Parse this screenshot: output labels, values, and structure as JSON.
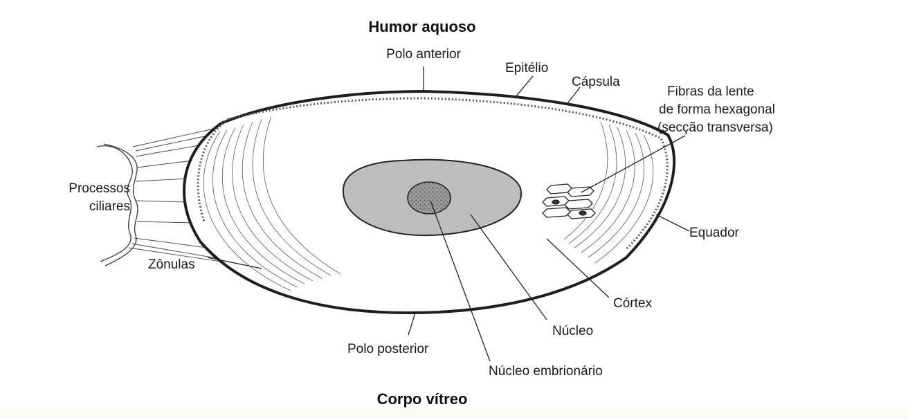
{
  "titles": {
    "top": "Humor aquoso",
    "bottom": "Corpo vítreo"
  },
  "labels": {
    "polo_anterior": "Polo anterior",
    "epitelio": "Epitélio",
    "capsula": "Cápsula",
    "fibras_line1": "Fibras da lente",
    "fibras_line2": "de forma hexagonal",
    "fibras_line3": "(secção transversa)",
    "processos_line1": "Processos",
    "processos_line2": "ciliares",
    "zonulas": "Zônulas",
    "equador": "Equador",
    "cortex": "Córtex",
    "nucleo": "Núcleo",
    "polo_posterior": "Polo posterior",
    "nucleo_embrionario": "Núcleo embrionário"
  },
  "colors": {
    "nucleus_fill": "#bdbdbd",
    "embryonic_nucleus_fill": "#8f8f8f",
    "capsule_stroke": "#1e1e1e"
  }
}
